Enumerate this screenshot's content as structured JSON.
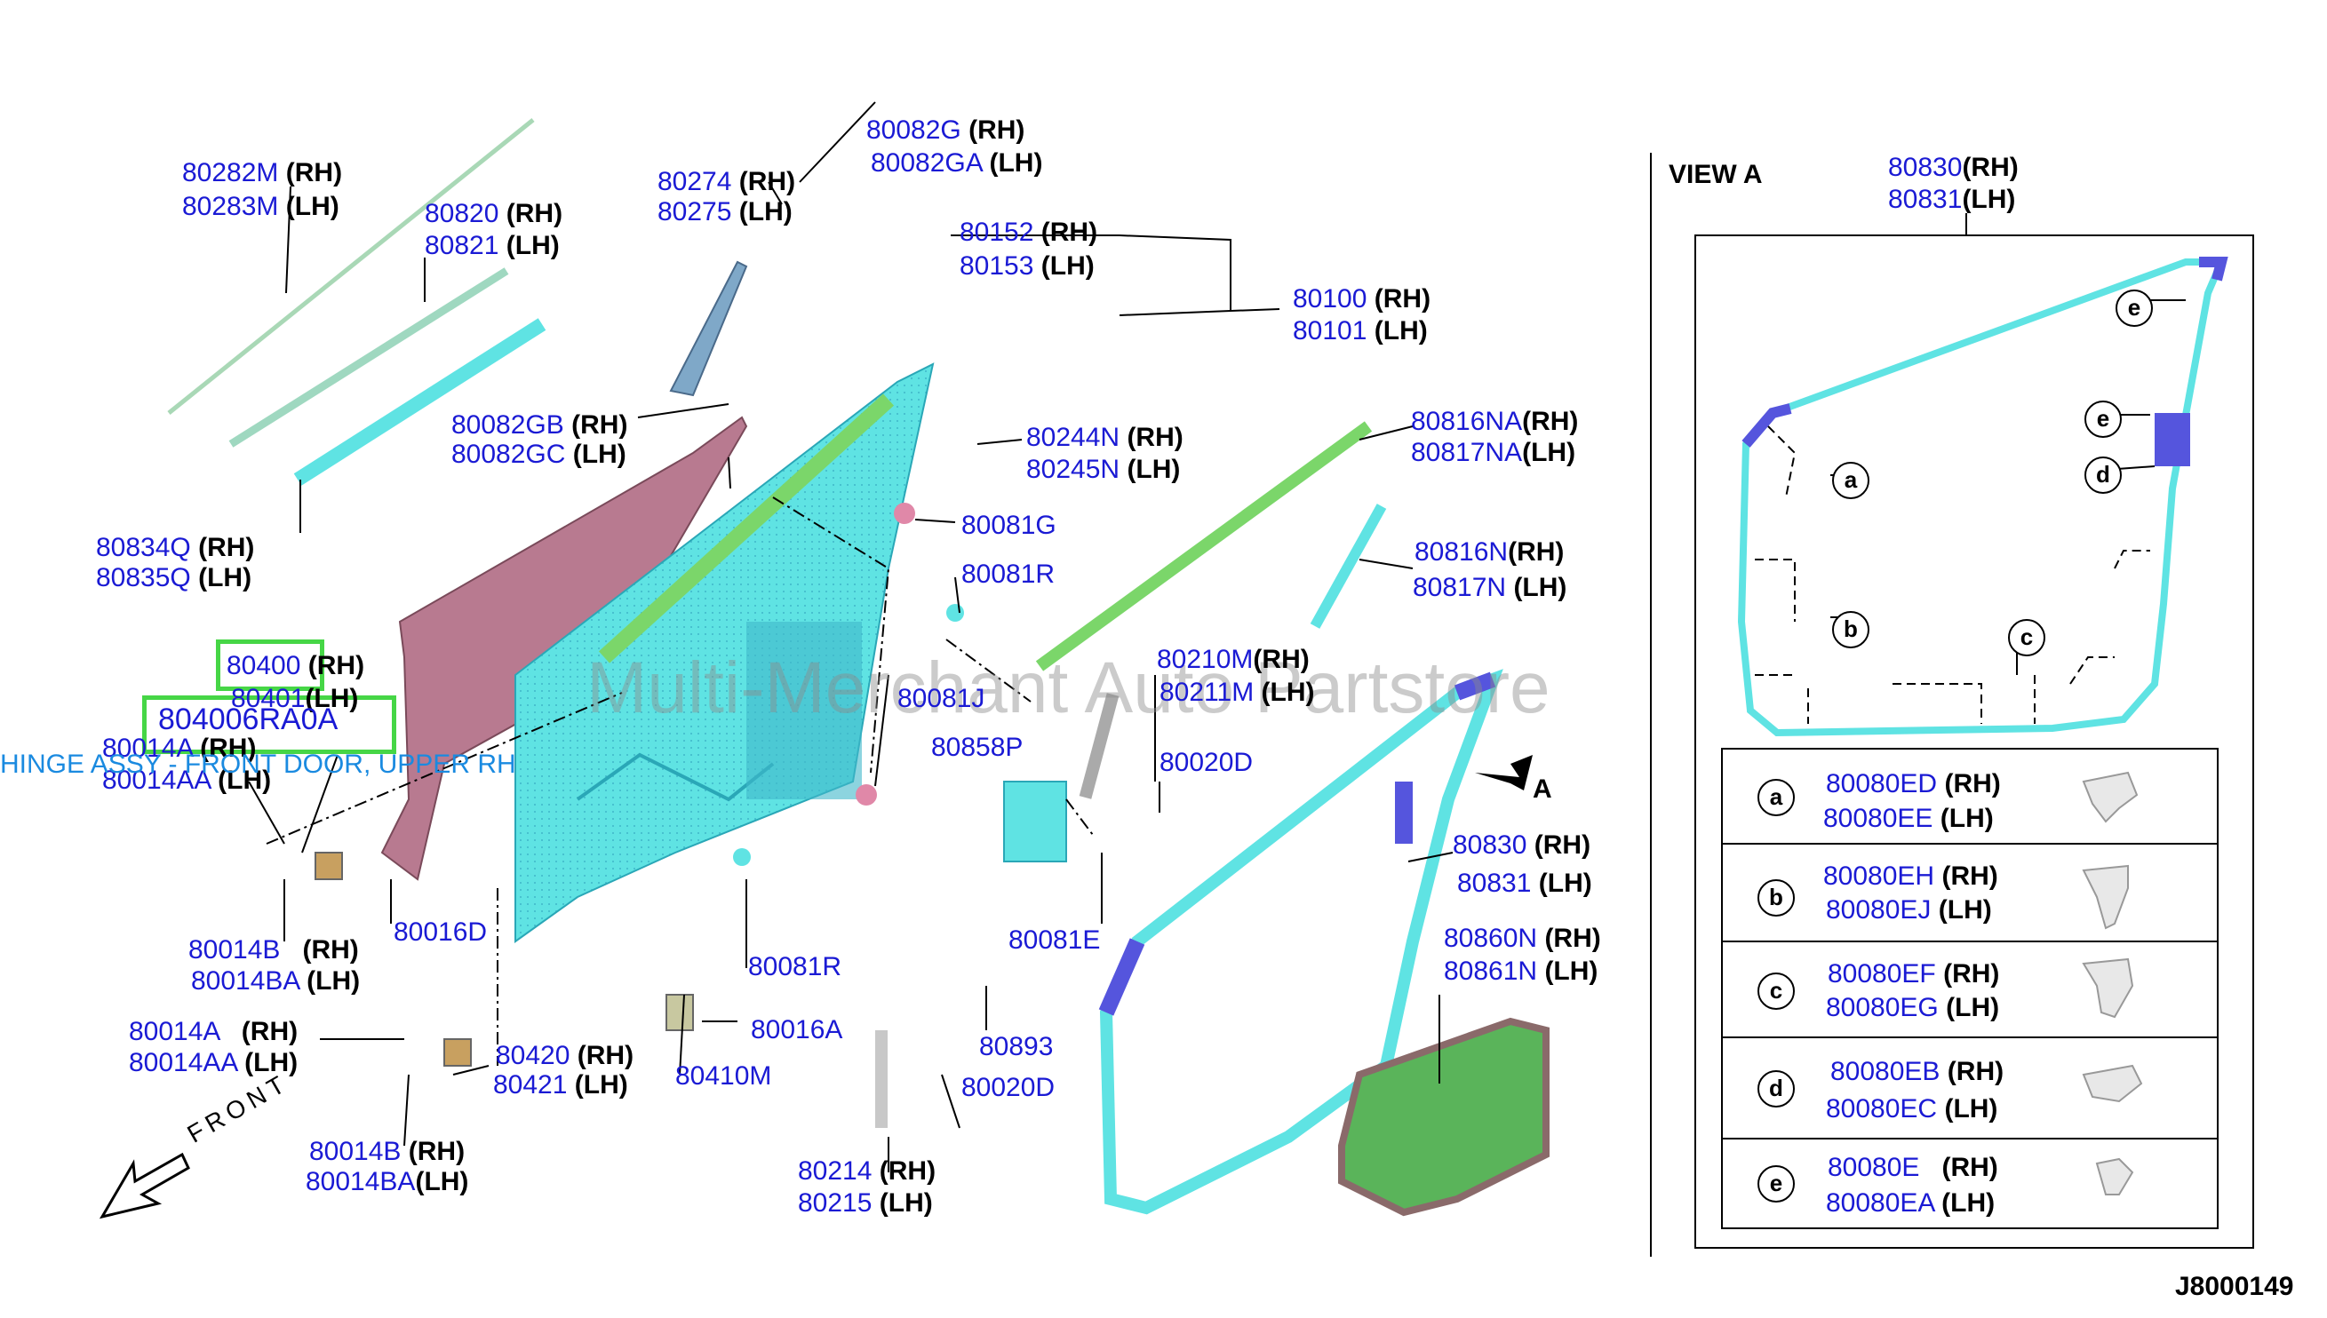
{
  "diagram": {
    "code": "J8000149",
    "watermark": "Multi-Merchant Auto Partstore",
    "view_label": "VIEW A",
    "arrow_label": "A",
    "front_label": "FRONT",
    "highlight": {
      "part": "80400",
      "sub": "804006RA0A",
      "description": "HINGE ASSY - FRONT DOOR, UPPER RH"
    },
    "sides": {
      "rh": "(RH)",
      "lh": "(LH)"
    },
    "callouts": {
      "c80282": {
        "rh": "80282M",
        "lh": "80283M"
      },
      "c80820": {
        "rh": "80820",
        "lh": "80821"
      },
      "c80834": {
        "rh": "80834Q",
        "lh": "80835Q"
      },
      "c80274": {
        "rh": "80274",
        "lh": "80275"
      },
      "c80082g": {
        "rh": "80082G",
        "lh": "80082GA"
      },
      "c80082gb": {
        "rh": "80082GB",
        "lh": "80082GC"
      },
      "c80152": {
        "rh": "80152",
        "lh": "80153"
      },
      "c80100": {
        "rh": "80100",
        "lh": "80101"
      },
      "c80244": {
        "rh": "80244N",
        "lh": "80245N"
      },
      "c80816na": {
        "rh": "80816NA",
        "lh": "80817NA"
      },
      "c80816n": {
        "rh": "80816N",
        "lh": "80817N"
      },
      "c80400": {
        "rh": "80400",
        "lh": "80401"
      },
      "c80014a_top": {
        "rh": "80014A",
        "lh": "80014AA"
      },
      "c80014b_top": {
        "rh": "80014B",
        "lh": "80014BA"
      },
      "c80014a_bot": {
        "rh": "80014A",
        "lh": "80014AA"
      },
      "c80014b_bot": {
        "rh": "80014B",
        "lh": "80014BA"
      },
      "c80420": {
        "rh": "80420",
        "lh": "80421"
      },
      "c80210": {
        "rh": "80210M",
        "lh": "80211M"
      },
      "c80830_main": {
        "rh": "80830",
        "lh": "80831"
      },
      "c80830_view": {
        "rh": "80830",
        "lh": "80831"
      },
      "c80860": {
        "rh": "80860N",
        "lh": "80861N"
      },
      "c80214": {
        "rh": "80214",
        "lh": "80215"
      }
    },
    "singles": {
      "s80081g": "80081G",
      "s80081r_top": "80081R",
      "s80081j": "80081J",
      "s80858p": "80858P",
      "s80020d_top": "80020D",
      "s80081e": "80081E",
      "s80893": "80893",
      "s80020d_bot": "80020D",
      "s80016d": "80016D",
      "s80081r_bot": "80081R",
      "s80016a": "80016A",
      "s80410m": "80410M"
    },
    "clip_table": [
      {
        "letter": "a",
        "rh": "80080ED",
        "lh": "80080EE"
      },
      {
        "letter": "b",
        "rh": "80080EH",
        "lh": "80080EJ"
      },
      {
        "letter": "c",
        "rh": "80080EF",
        "lh": "80080EG"
      },
      {
        "letter": "d",
        "rh": "80080EB",
        "lh": "80080EC"
      },
      {
        "letter": "e",
        "rh": "80080E",
        "lh": "80080EA"
      }
    ],
    "view_markers": [
      "a",
      "b",
      "c",
      "d",
      "e",
      "e"
    ],
    "colors": {
      "part_number": "#1a1ad4",
      "cyan": "#5fe3e3",
      "green": "#7bd66a",
      "pink": "#b87a90",
      "violet": "#5555dd",
      "highlight": "#46d646"
    }
  }
}
